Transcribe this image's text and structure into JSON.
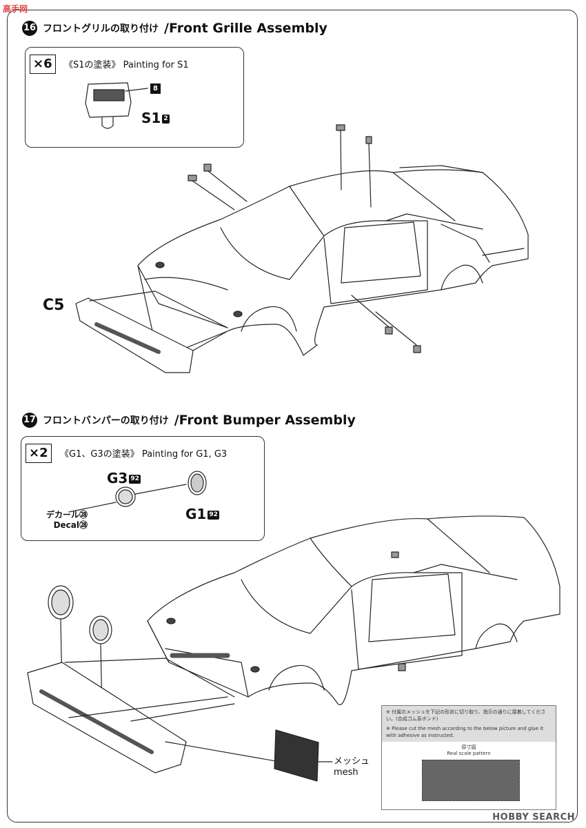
{
  "watermark": "高手网",
  "step16": {
    "number": "16",
    "title_jp": "フロントグリルの取り付け",
    "title_en": "/Front Grille Assembly",
    "multiplier": "×6",
    "paint_title": "《S1の塗装》 Painting for S1",
    "color_no": "8",
    "part": "S1",
    "part_tag": "2",
    "grille_part": "C5"
  },
  "step17": {
    "number": "17",
    "title_jp": "フロントバンパーの取り付け",
    "title_en": "/Front Bumper Assembly",
    "multiplier": "×2",
    "paint_title": "《G1、G3の塗装》 Painting for G1, G3",
    "part_g3": "G3",
    "part_g3_tag": "92",
    "part_g1": "G1",
    "part_g1_tag": "92",
    "decal_jp": "デカール㉘",
    "decal_en": "Decal㉘",
    "mesh_jp": "メッシュ",
    "mesh_en": "mesh",
    "note_jp": "※ 付属のメッシュを下記の形状に切り取り、指示の通りに接着してください。(合成ゴム系ボンド)",
    "note_en": "※ Please cut the mesh according to the below picture and glue it with adhesive as instructed.",
    "pattern_jp": "原寸図",
    "pattern_en": "Real scale pattern"
  },
  "footer": "HOBBY SEARCH"
}
